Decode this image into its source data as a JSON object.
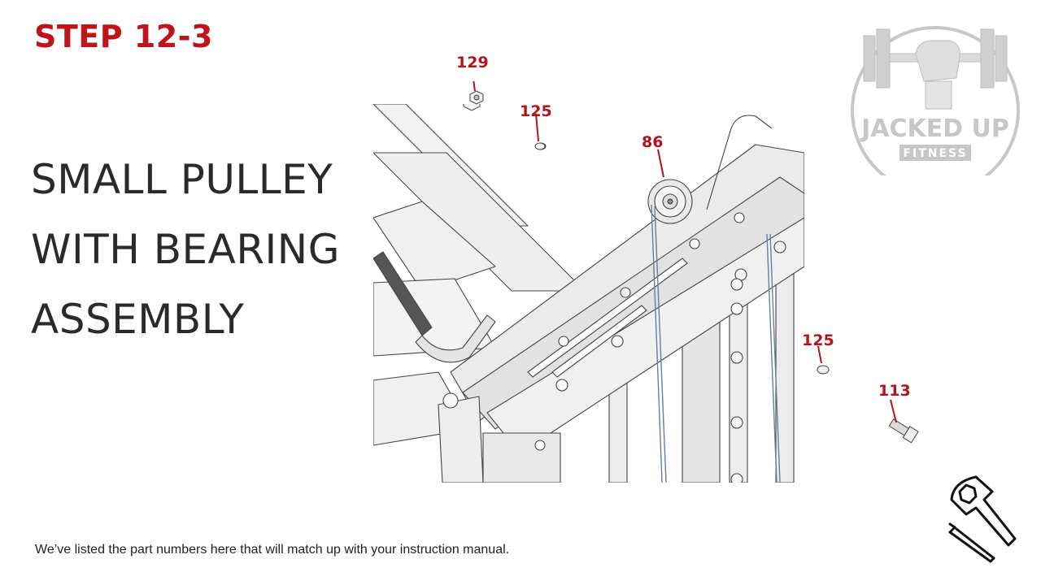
{
  "step": {
    "title": "STEP 12-3"
  },
  "heading": {
    "lines": [
      "SMALL PULLEY",
      "WITH BEARING",
      "ASSEMBLY"
    ]
  },
  "footer": {
    "note": "We’ve listed the part numbers here that will match up with your instruction manual."
  },
  "callouts": [
    "129",
    "125",
    "86",
    "125",
    "113"
  ],
  "logo": {
    "line1": "JACKED UP",
    "line2": "FITNESS"
  },
  "icons": {
    "tool": "wrench-and-hex-key-icon",
    "logo": "fist-barbell-logo"
  },
  "colors": {
    "accent": "#c0141b",
    "text": "#2a2a2a",
    "drawing": "#e8e8e8",
    "outline": "#444444"
  }
}
